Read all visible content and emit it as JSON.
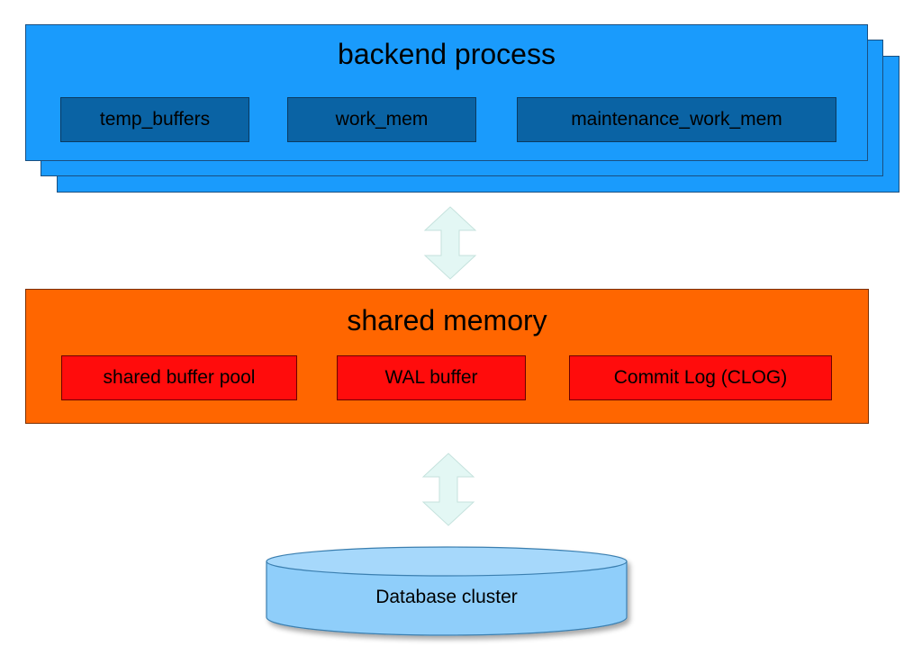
{
  "backend": {
    "title": "backend process",
    "items": [
      {
        "label": "temp_buffers"
      },
      {
        "label": "work_mem"
      },
      {
        "label": "maintenance_work_mem"
      }
    ]
  },
  "shared": {
    "title": "shared memory",
    "items": [
      {
        "label": "shared buffer pool"
      },
      {
        "label": "WAL buffer"
      },
      {
        "label": "Commit Log (CLOG)"
      }
    ]
  },
  "database": {
    "label": "Database cluster"
  },
  "colors": {
    "backend_fill": "#1a9bfc",
    "backend_item_fill": "#0a63a4",
    "shared_fill": "#ff6600",
    "shared_item_fill": "#ff0c0c",
    "arrow_fill": "#e3f7f4",
    "db_fill": "#8fcefa"
  }
}
